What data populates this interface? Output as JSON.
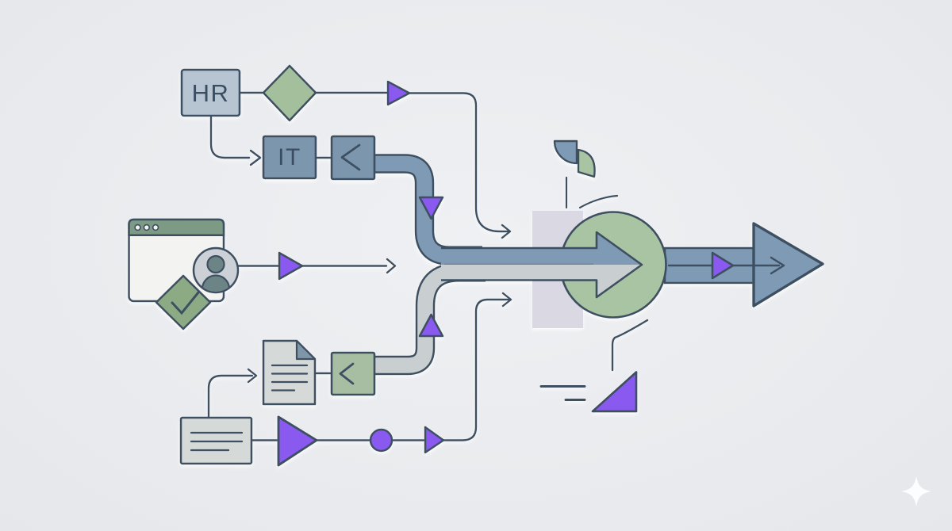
{
  "illustration": {
    "labels": {
      "hr": "HR",
      "it": "IT"
    },
    "glyphs": {
      "it_intake_chevron": "<",
      "doc_intake_chevron": "<"
    },
    "icons": {
      "browser-window-icon": "app window with three header dots",
      "user-avatar-icon": "person silhouette in circle",
      "check-diamond-icon": "diamond with checkmark",
      "document-icon": "page with folded corner and text lines",
      "note-card-icon": "card with text lines",
      "play-triangle-icon": "right-pointing triangle",
      "dot-node-icon": "filled circle node",
      "fan-icons": "two quarter-circle fans",
      "sparkle-icon": "four-point star watermark"
    },
    "colors": {
      "outline": "#3d5060",
      "text_dark": "#3b4e61",
      "purple": "#8a5af0",
      "pipe_blue": "#7e9ab4",
      "pipe_gray": "#c9cfd1",
      "box_blue_light": "#b7c5d3",
      "box_blue_mid": "#7b96ad",
      "sage": "#a3bf9c",
      "sage_dark": "#8cab85",
      "circle_green": "#a8c4a3",
      "green_header": "#7d9a84",
      "green_box": "#a8bea3",
      "gray_fill": "#d5d9d8",
      "lavender": "#d9d8e3",
      "paper": "#f3f4f1",
      "avatar_gray": "#cbd1d6",
      "person_teal": "#6d8487",
      "fold_blue": "#7f96a8",
      "background": "#e9ebee",
      "sparkle_white": "#fcfdfe"
    }
  }
}
